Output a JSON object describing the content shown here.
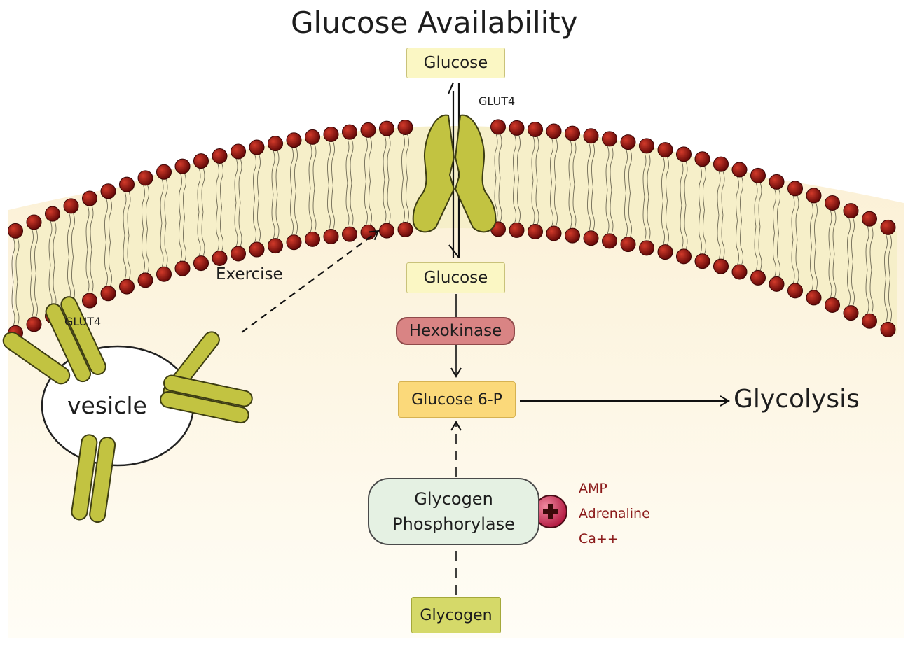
{
  "title": "Glucose Availability",
  "labels": {
    "glucose_outside": "Glucose",
    "glucose_inside": "Glucose",
    "glut4_membrane": "GLUT4",
    "glut4_vesicle": "GLUT4",
    "exercise": "Exercise",
    "hexokinase": "Hexokinase",
    "glucose6p": "Glucose 6-P",
    "glycolysis": "Glycolysis",
    "glycogen_phosphorylase_line1": "Glycogen",
    "glycogen_phosphorylase_line2": "Phosphorylase",
    "glycogen": "Glycogen",
    "vesicle": "vesicle"
  },
  "activators": [
    "AMP",
    "Adrenaline",
    "Ca++"
  ],
  "colors": {
    "membrane_head": "#8e1010",
    "membrane_core": "#f6efc9",
    "cytoplasm": "#fdf6e5",
    "transporter": "#c2c341",
    "glucose_box": "#fbf7c4",
    "glucose6p_box": "#fbd97a",
    "hexokinase_box": "#d98484",
    "glycogen_box": "#d5d969",
    "phosphorylase_box": "#e5f1e3",
    "activator_text": "#8b1a1a",
    "plus_badge": "#c2274d"
  }
}
